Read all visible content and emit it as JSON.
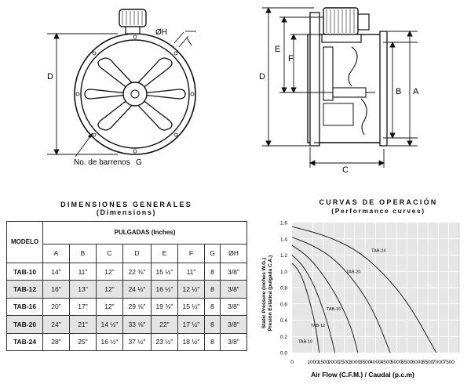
{
  "drawing": {
    "front_labels": {
      "H": "ØH",
      "D": "D",
      "holes": "No. de barrenos",
      "G": "G"
    },
    "side_labels": {
      "D": "D",
      "E": "E",
      "F": "F",
      "B": "B",
      "A": "A",
      "C": "C"
    }
  },
  "dimensions": {
    "title": "DIMENSIONES  GENERALES",
    "subtitle": "(Dimensions)",
    "modelo_header": "MODELO",
    "group_header": "PULGADAS (Inches)",
    "columns": [
      "A",
      "B",
      "C",
      "D",
      "E",
      "F",
      "G",
      "ØH"
    ],
    "rows": [
      {
        "model": "TAB-10",
        "cells": [
          "14\"",
          "11\"",
          "12\"",
          "22 ⅜\"",
          "15 ½\"",
          "11\"",
          "8",
          "3/8\""
        ]
      },
      {
        "model": "TAB-12",
        "cells": [
          "16\"",
          "13\"",
          "12\"",
          "24 ½\"",
          "16 ½\"",
          "12 ½\"",
          "8",
          "3/8\""
        ]
      },
      {
        "model": "TAB-16",
        "cells": [
          "20\"",
          "17\"",
          "12\"",
          "29 ⅝\"",
          "19 ⅜\"",
          "15 ½\"",
          "8",
          "3/8\""
        ]
      },
      {
        "model": "TAB-20",
        "cells": [
          "24\"",
          "21\"",
          "14 ½\"",
          "33 ⅝\"",
          "22\"",
          "17 ½\"",
          "8",
          "3/8\""
        ]
      },
      {
        "model": "TAB-24",
        "cells": [
          "28\"",
          "25\"",
          "16 ½\"",
          "37 ½\"",
          "23 ½\"",
          "18 ½\"",
          "8",
          "3/8\""
        ]
      }
    ]
  },
  "performance": {
    "title": "CURVAS DE OPERACIÓN",
    "subtitle": "(Performance curves)"
  },
  "chart_data": {
    "type": "line",
    "title": "CURVAS DE OPERACIÓN",
    "subtitle": "(Performance curves)",
    "xlabel": "Air Flow (C.F.M.) / Caudal (p.c.m)",
    "ylabel_lines": [
      "Static Pressure (inches W.G.)",
      "Presión Estática (pulgada C.A.)"
    ],
    "xlim": [
      0,
      8000
    ],
    "ylim": [
      0,
      1.6
    ],
    "xticks": [
      0,
      1000,
      1500,
      2000,
      2500,
      3000,
      3500,
      4000,
      4500,
      5000,
      5500,
      6000,
      6500,
      7000,
      7500
    ],
    "xtick_labels": [
      "0",
      "1000",
      "1500",
      "2000",
      "2500",
      "3000",
      "3500",
      "4000",
      "4500",
      "5000",
      "5500",
      "6000",
      "6500",
      "7000",
      "7500"
    ],
    "yticks": [
      0,
      0.2,
      0.4,
      0.6,
      0.8,
      1.0,
      1.2,
      1.4,
      1.6
    ],
    "ytick_labels": [
      "0.0",
      "0.2",
      "0.4",
      "0.6",
      "0.8",
      "1.0",
      "1.2",
      "1.4",
      "1.6"
    ],
    "grid": true,
    "background": "#e6e6e6",
    "series": [
      {
        "name": "TAB-10",
        "label_at": [
          300,
          0.12
        ],
        "points": [
          [
            0,
            1.1
          ],
          [
            300,
            1.02
          ],
          [
            600,
            0.85
          ],
          [
            900,
            0.58
          ],
          [
            1150,
            0.3
          ],
          [
            1300,
            0.0
          ]
        ]
      },
      {
        "name": "TAB-12",
        "label_at": [
          900,
          0.32
        ],
        "points": [
          [
            0,
            1.2
          ],
          [
            500,
            1.08
          ],
          [
            1000,
            0.86
          ],
          [
            1400,
            0.6
          ],
          [
            1800,
            0.28
          ],
          [
            2050,
            0.0
          ]
        ]
      },
      {
        "name": "TAB-16",
        "label_at": [
          1650,
          0.52
        ],
        "points": [
          [
            0,
            1.32
          ],
          [
            800,
            1.18
          ],
          [
            1600,
            0.92
          ],
          [
            2300,
            0.62
          ],
          [
            2850,
            0.3
          ],
          [
            3150,
            0.0
          ]
        ]
      },
      {
        "name": "TAB-20",
        "label_at": [
          2600,
          0.98
        ],
        "points": [
          [
            0,
            1.42
          ],
          [
            1000,
            1.32
          ],
          [
            2000,
            1.16
          ],
          [
            3000,
            0.88
          ],
          [
            3900,
            0.52
          ],
          [
            4700,
            0.0
          ]
        ]
      },
      {
        "name": "TAB-24",
        "label_at": [
          3800,
          1.24
        ],
        "points": [
          [
            0,
            1.55
          ],
          [
            1500,
            1.45
          ],
          [
            3000,
            1.28
          ],
          [
            4300,
            1.0
          ],
          [
            5600,
            0.6
          ],
          [
            6900,
            0.0
          ]
        ]
      }
    ]
  }
}
